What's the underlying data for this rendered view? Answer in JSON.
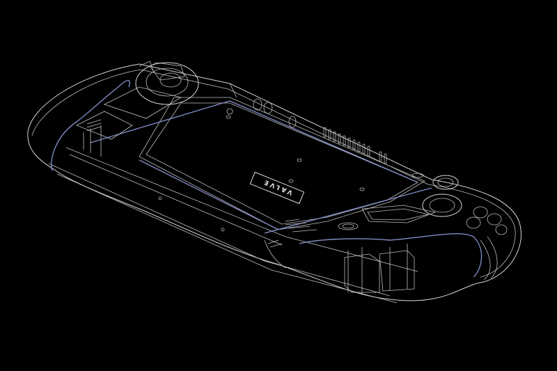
{
  "diagram": {
    "subject": "Handheld gaming device underside wireframe",
    "background": "#000000",
    "line_color": "#d8d8d8",
    "accent_line_color": "#7f8bc4",
    "logo": {
      "text": "VALVE",
      "orientation": "mirrored, rotated"
    }
  }
}
